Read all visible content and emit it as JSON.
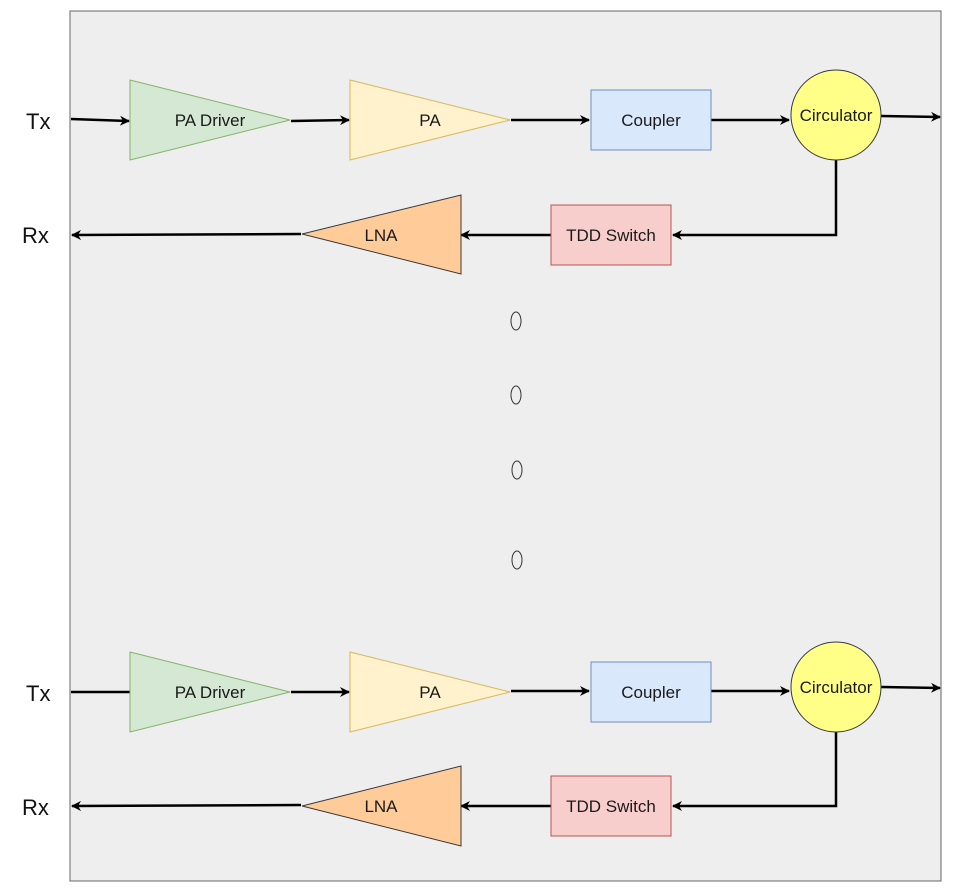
{
  "chains": [
    {
      "tx_label": "Tx",
      "rx_label": "Rx",
      "pa_driver": "PA Driver",
      "pa": "PA",
      "coupler": "Coupler",
      "circulator": "Circulator",
      "tdd_switch": "TDD Switch",
      "lna": "LNA"
    },
    {
      "tx_label": "Tx",
      "rx_label": "Rx",
      "pa_driver": "PA Driver",
      "pa": "PA",
      "coupler": "Coupler",
      "circulator": "Circulator",
      "tdd_switch": "TDD Switch",
      "lna": "LNA"
    }
  ],
  "colors": {
    "panel_fill": "#eeeeee",
    "panel_stroke": "#666666",
    "pa_driver_fill": "#d5e8d4",
    "pa_driver_stroke": "#82b366",
    "pa_fill": "#fff2cc",
    "pa_stroke": "#d6b656",
    "coupler_fill": "#dae8fc",
    "coupler_stroke": "#6c8ebf",
    "circulator_fill": "#ffff88",
    "circulator_stroke": "#36393d",
    "tdd_switch_fill": "#f8cecc",
    "tdd_switch_stroke": "#b85450",
    "lna_fill": "#ffcc99",
    "lna_stroke": "#36393d",
    "wire": "#000000"
  }
}
